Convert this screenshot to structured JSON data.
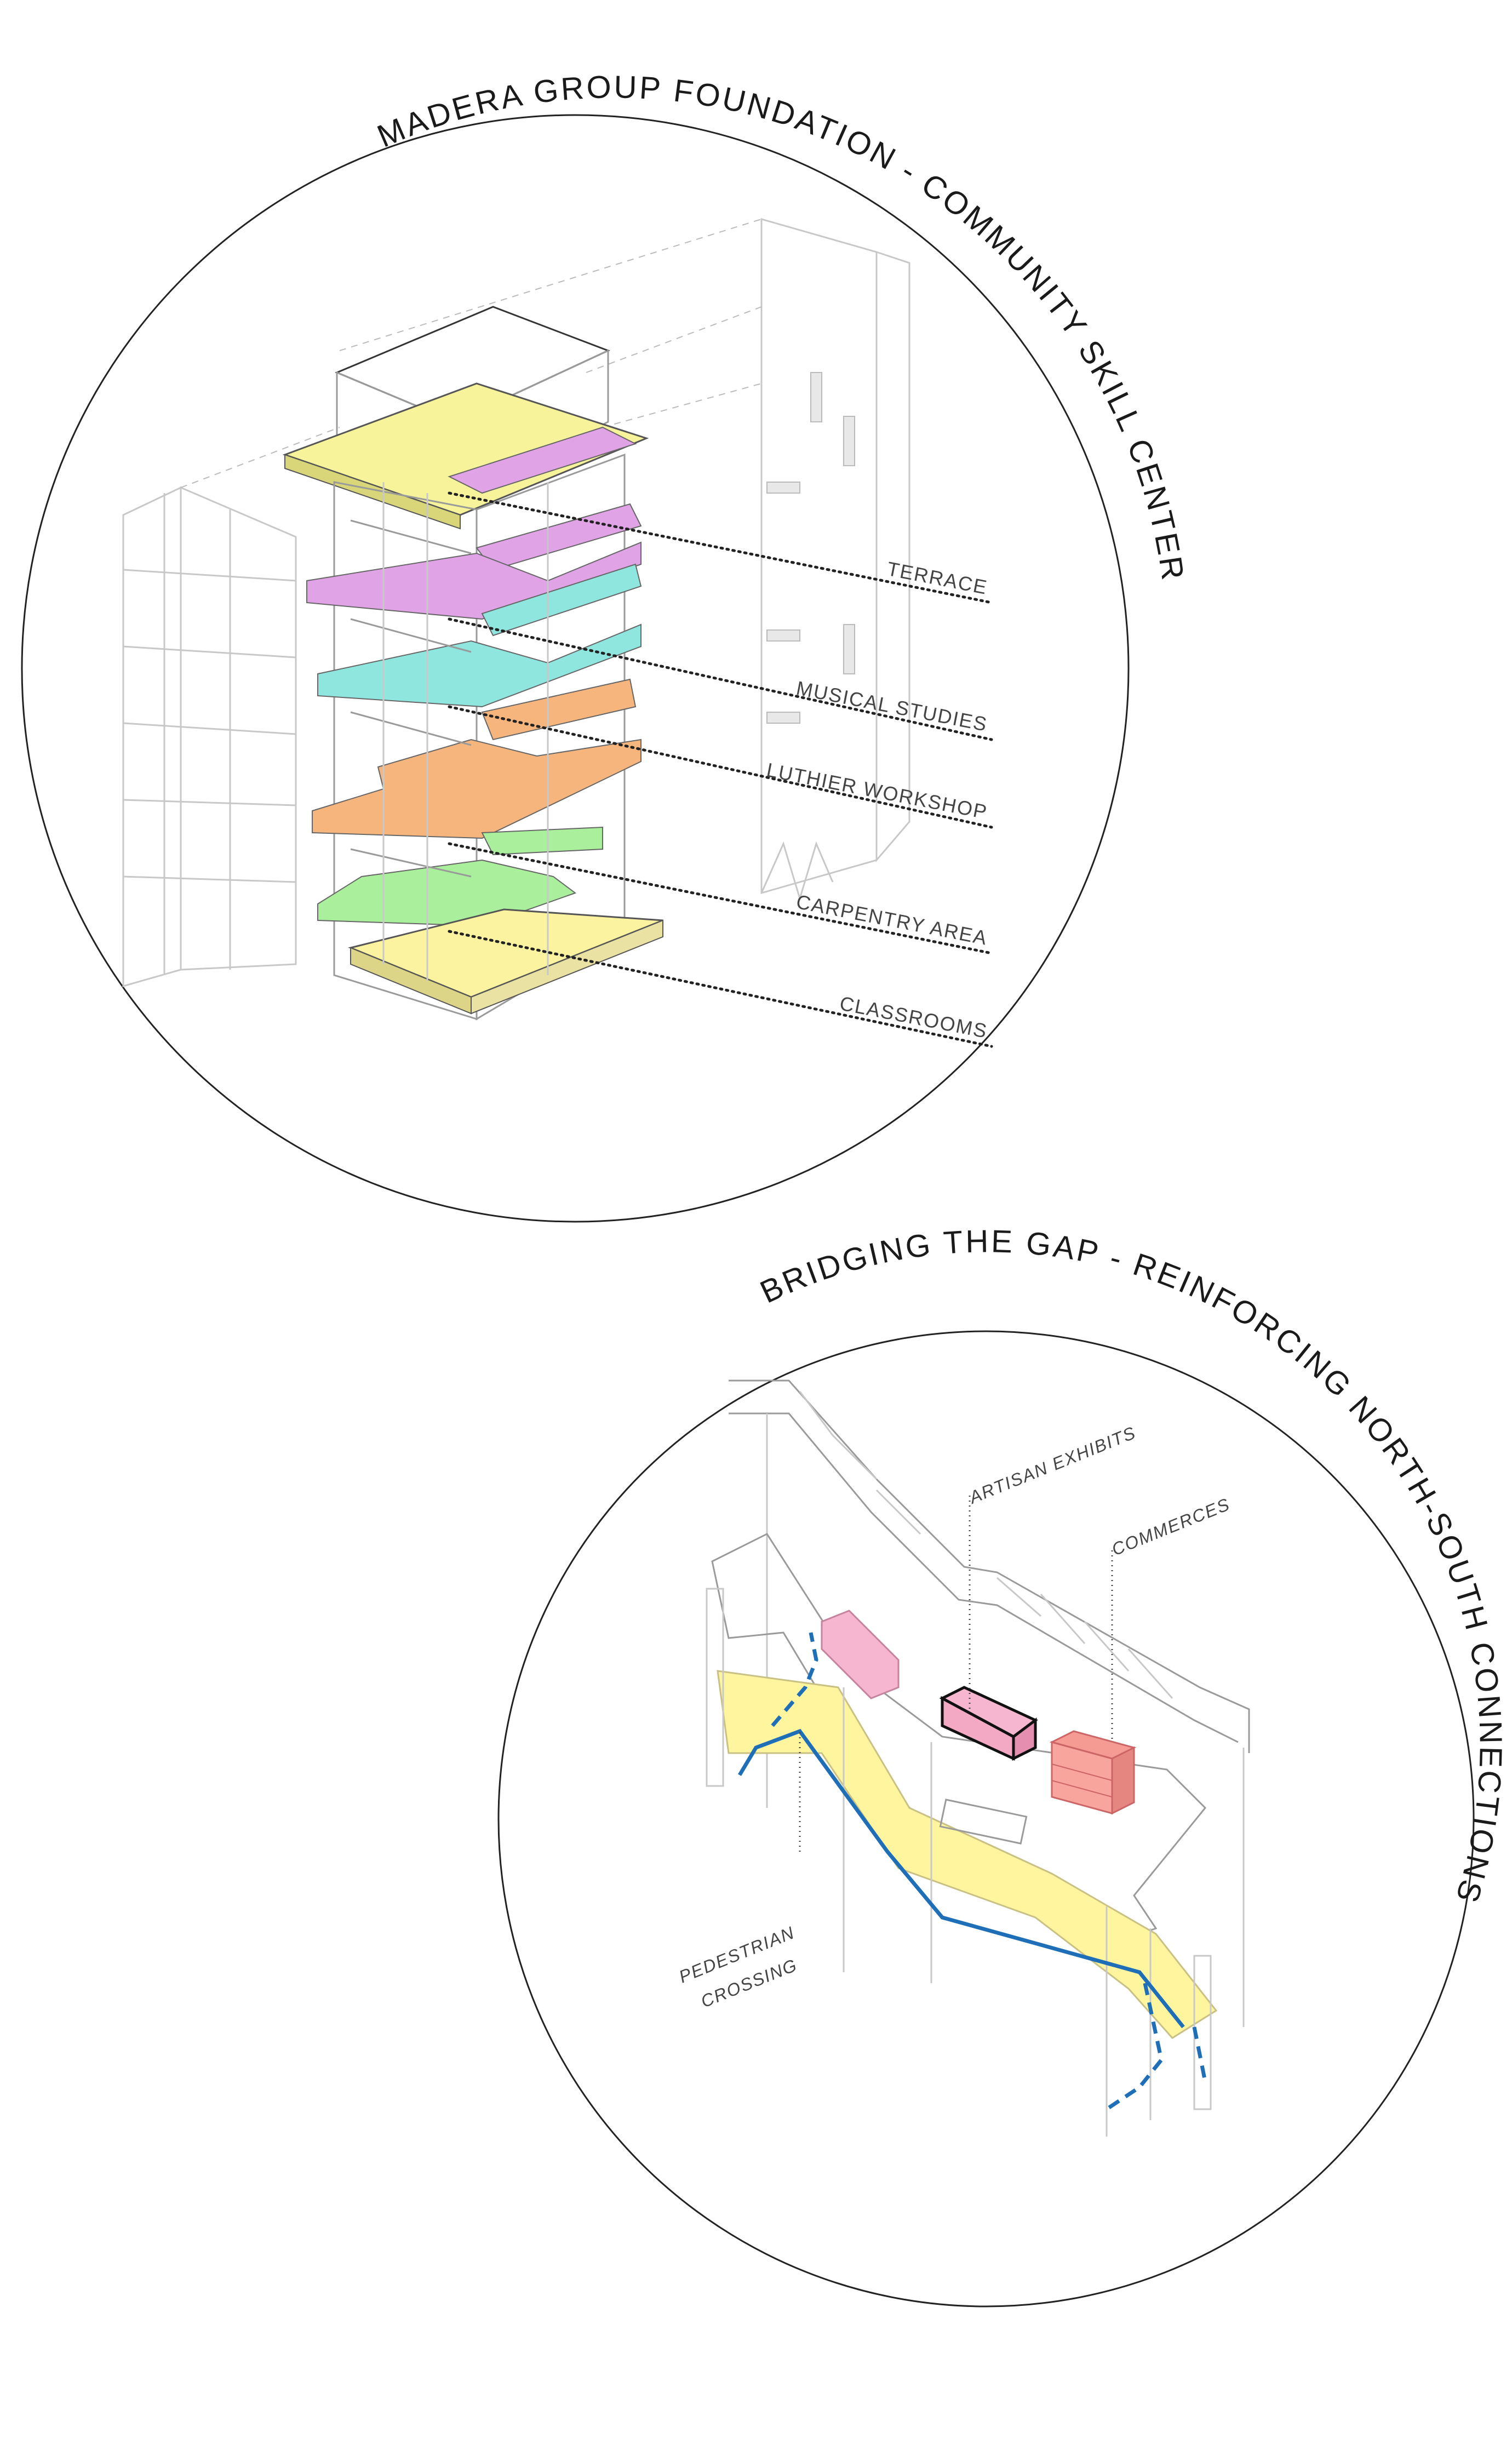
{
  "diagrams": [
    {
      "title": "MADERA GROUP FOUNDATION - COMMUNITY SKILL CENTER",
      "labels": [
        {
          "text": "TERRACE",
          "color": "#f6f39a"
        },
        {
          "text": "MUSICAL STUDIES",
          "color": "#8ee6df"
        },
        {
          "text": "LUTHIER WORKSHOP",
          "color": "#f6b57d"
        },
        {
          "text": "CARPENTRY AREA",
          "color": "#a9ef9c"
        },
        {
          "text": "CLASSROOMS",
          "color": "#fbf3a0"
        }
      ],
      "upper_floor_color": "#e0a3e6"
    },
    {
      "title": "BRIDGING THE GAP - REINFORCING NORTH-SOUTH CONNECTIONS",
      "labels": [
        {
          "text": "ARTISAN EXHIBITS",
          "color": "#f7b6cf"
        },
        {
          "text": "COMMERCES",
          "color": "#f59b93"
        },
        {
          "text": "PEDESTRIAN",
          "color": "#fff59f"
        },
        {
          "text": "CROSSING",
          "color": "#fff59f"
        }
      ],
      "path_color": "#1f6fb8"
    }
  ]
}
